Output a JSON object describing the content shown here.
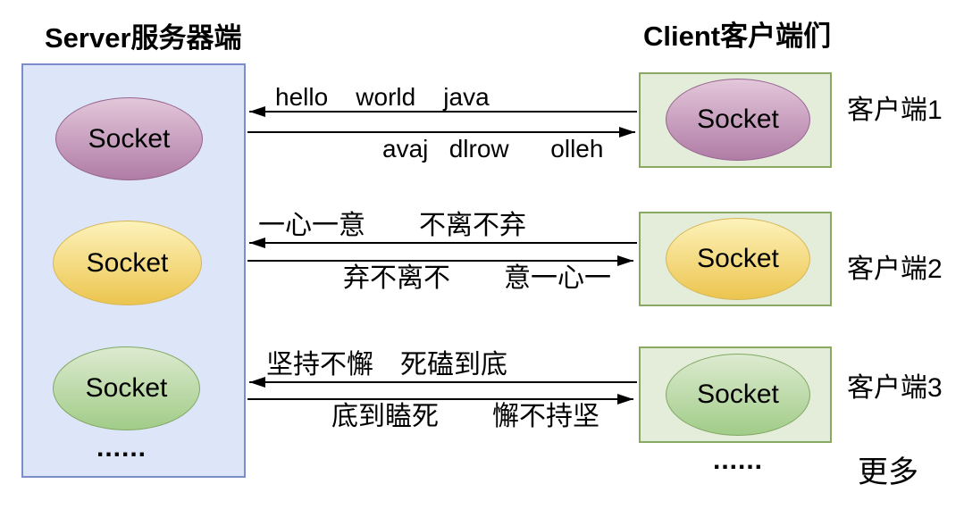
{
  "server": {
    "title": "Server服务器端",
    "sockets": [
      {
        "label": "Socket"
      },
      {
        "label": "Socket"
      },
      {
        "label": "Socket"
      }
    ],
    "more_dots": "......"
  },
  "clients": {
    "title": "Client客户端们",
    "items": [
      {
        "name": "客户端1",
        "socket_label": "Socket",
        "msg_to_server": "hello    world    java",
        "msg_to_client": "avaj   dlrow      olleh"
      },
      {
        "name": "客户端2",
        "socket_label": "Socket",
        "msg_to_server": "一心一意　　不离不弃",
        "msg_to_client": "弃不离不　　意一心一"
      },
      {
        "name": "客户端3",
        "socket_label": "Socket",
        "msg_to_server": "坚持不懈　死磕到底",
        "msg_to_client": "底到瞌死　　懈不持坚"
      }
    ],
    "more_dots": "......",
    "more_label": "更多"
  },
  "colors": {
    "server_box_fill": "#dde6f8",
    "server_box_stroke": "#7b8ec9",
    "client_box_fill": "#e3edda",
    "client_box_stroke": "#87a961",
    "socket_purple_top": "#e3c7da",
    "socket_purple_bottom": "#b07ca6",
    "socket_purple_stroke": "#96648f",
    "socket_yellow_top": "#fdf2ba",
    "socket_yellow_bottom": "#ecc54f",
    "socket_yellow_stroke": "#d6b656",
    "socket_green_top": "#ddead0",
    "socket_green_bottom": "#a1cc88",
    "socket_green_stroke": "#80a862",
    "arrow_color": "#000000",
    "text_color": "#000000"
  }
}
